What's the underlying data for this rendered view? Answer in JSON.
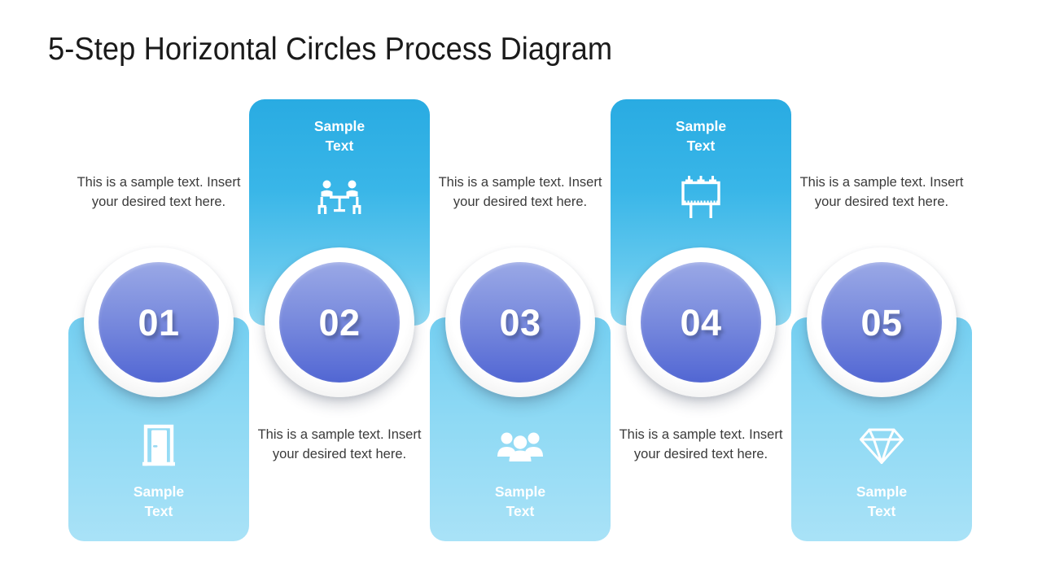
{
  "slide": {
    "title": "5-Step Horizontal Circles Process Diagram",
    "background_color": "#ffffff",
    "accent_cyan": "#29abe2",
    "accent_light_blue": "#a9e2f7",
    "circle_gradient_top": "#9aa8e6",
    "circle_gradient_bottom": "#5166d2",
    "ring_color": "#ffffff",
    "body_text_color": "#3a3a3a"
  },
  "steps": [
    {
      "number": "01",
      "heading": "Sample Text",
      "body": "This is a sample text. Insert your desired text here.",
      "icon": "door-icon",
      "panel_position": "bottom",
      "text_position": "top"
    },
    {
      "number": "02",
      "heading": "Sample Text",
      "body": "This is a sample text. Insert your desired text here.",
      "icon": "meeting-table-icon",
      "panel_position": "top",
      "text_position": "bottom"
    },
    {
      "number": "03",
      "heading": "Sample Text",
      "body": "This is a sample text. Insert your desired text here.",
      "icon": "group-users-icon",
      "panel_position": "bottom",
      "text_position": "top"
    },
    {
      "number": "04",
      "heading": "Sample Text",
      "body": "This is a sample text. Insert your desired text here.",
      "icon": "billboard-icon",
      "panel_position": "top",
      "text_position": "bottom"
    },
    {
      "number": "05",
      "heading": "Sample Text",
      "body": "This is a sample text. Insert your desired text here.",
      "icon": "diamond-icon",
      "panel_position": "bottom",
      "text_position": "top"
    }
  ]
}
